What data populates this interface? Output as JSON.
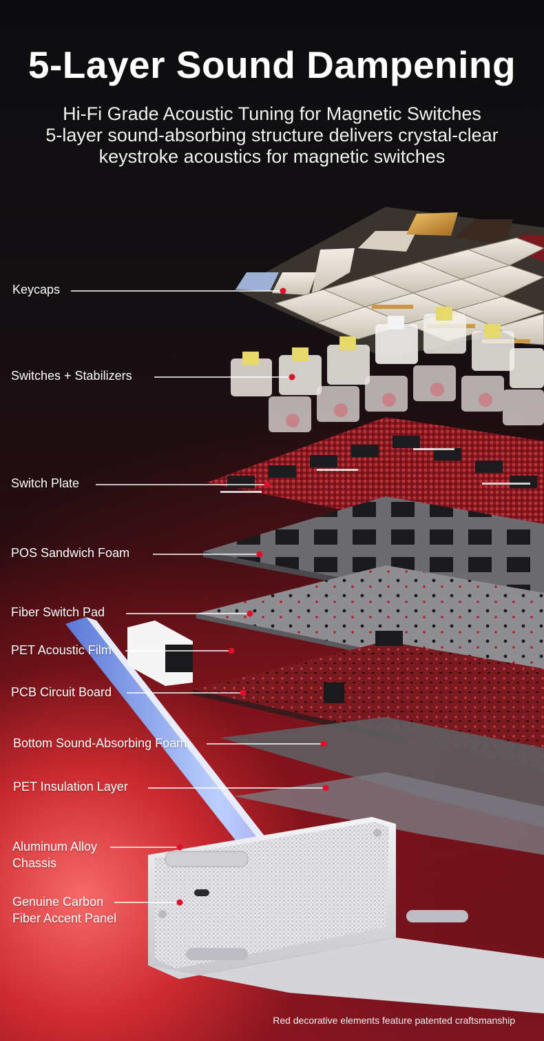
{
  "title": "5-Layer Sound Dampening",
  "subtitle": {
    "line1": "Hi-Fi Grade Acoustic Tuning for Magnetic Switches",
    "line2": "5-layer sound-absorbing structure delivers crystal-clear",
    "line3": "keystroke acoustics for magnetic switches"
  },
  "layers": [
    {
      "id": "keycaps",
      "label": "Keycaps"
    },
    {
      "id": "switches",
      "label": "Switches + Stabilizers"
    },
    {
      "id": "switch-plate",
      "label": "Switch Plate"
    },
    {
      "id": "pos-foam",
      "label": "POS Sandwich Foam"
    },
    {
      "id": "fiber-pad",
      "label": "Fiber Switch Pad"
    },
    {
      "id": "pet-film",
      "label": "PET Acoustic Film"
    },
    {
      "id": "pcb",
      "label": "PCB Circuit Board"
    },
    {
      "id": "bottom-foam",
      "label": "Bottom Sound-Absorbing Foam"
    },
    {
      "id": "pet-insulation",
      "label": "PET Insulation Layer"
    },
    {
      "id": "chassis",
      "label": "Aluminum Alloy Chassis"
    },
    {
      "id": "carbon-panel",
      "label": "Genuine Carbon Fiber Accent Panel"
    }
  ],
  "footnote": "Red decorative elements feature patented craftsmanship",
  "colors": {
    "marker": "#e0102a",
    "leader_line": "#ffffff",
    "background_dark": "#0c0c0e",
    "background_red": "#e8353b"
  }
}
